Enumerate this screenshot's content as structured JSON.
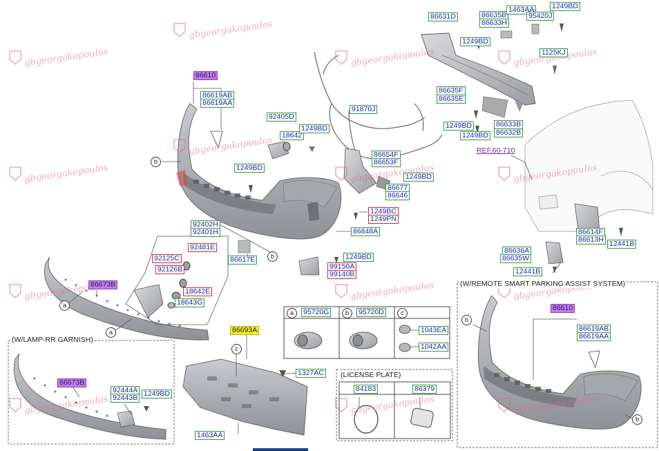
{
  "labels": {
    "l86631D": "86631D",
    "l86635B": "86635B",
    "l86633H": "86633H",
    "l1463AA_top": "1463AA",
    "l95420J": "95420J",
    "l1249BD_top": "1249BD",
    "l1249BD_a": "1249BD",
    "l1125KJ": "1125KJ",
    "l86635F": "86635F",
    "l86635E": "86635E",
    "l86633B": "86633B",
    "l86632B": "86632B",
    "l1249BD_b": "1249BD",
    "l1249BD_c": "1249BD",
    "ref": "REF.60-710",
    "l86610": "86610",
    "l86619AB": "86619AB",
    "l86619AA": "86619AA",
    "l92405D": "92405D",
    "l18642": "18642",
    "l1249BD_d": "1249BD",
    "l91870J": "91870J",
    "l1249BD_e": "1249BD",
    "l86654F": "86654F",
    "l86653F": "86653F",
    "l1249BD_f": "1249BD",
    "l86677": "86677",
    "l86646": "86646",
    "l1249BC": "1249BC",
    "l1249PN": "1249PN",
    "l86848A": "86848A",
    "l92402H": "92402H",
    "l92401H": "92401H",
    "l92481E": "92481E",
    "l92125C": "92125C",
    "l92126B": "92126B",
    "l18642E": "18642E",
    "l18643G": "18643G",
    "l86617E": "86617E",
    "l1249BD_g": "1249BD",
    "l99150A": "99150A",
    "l99140B": "99140B",
    "l86614F": "86614F",
    "l86613H": "86613H",
    "l12441B_r": "12441B",
    "l86636A": "86636A",
    "l86635W": "86635W",
    "l12441B_l": "12441B",
    "l86673B": "86673B",
    "l86673B_2": "86673B",
    "l92444A": "92444A",
    "l92443B": "92443B",
    "l1249BD_h": "1249BD",
    "l86693A": "86693A",
    "l1327AC": "1327AC",
    "l1463AA_bot": "1463AA",
    "l95720G": "95720G",
    "l95720D": "95720D",
    "l1043EA": "1043EA",
    "l1042AA": "1042AA",
    "l84183": "84183",
    "l86379": "86379",
    "l86610_r": "86610",
    "l86619AB_r": "86619AB",
    "l86619AA_r": "86619AA"
  },
  "captions": {
    "remote": "(W/REMOTE SMART PARKING ASSIST SYSTEM)",
    "lamp": "(W/LAMP-RR GARNISH)",
    "license": "(LICENSE PLATE)"
  },
  "circles": {
    "a": "a",
    "b": "b",
    "c": "c"
  },
  "watermark": "gbgeorgakopoulos"
}
